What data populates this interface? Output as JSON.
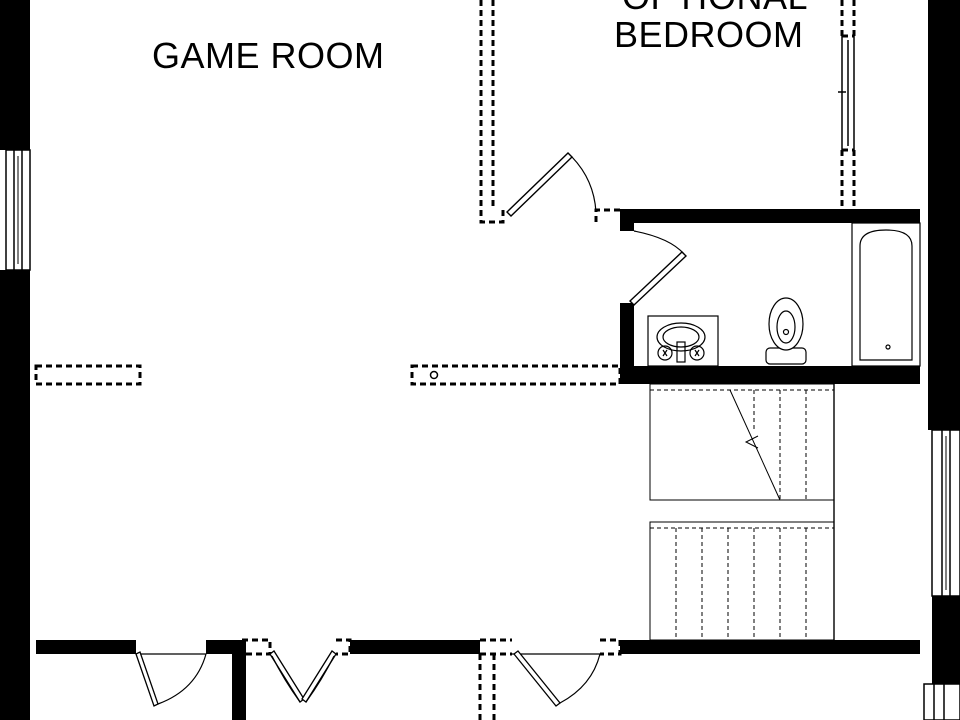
{
  "rooms": {
    "game_room": "GAME ROOM",
    "optional_bedroom_line1": "OPTIONAL",
    "optional_bedroom_line2": "BEDROOM"
  },
  "colors": {
    "wall": "#000000",
    "background": "#ffffff"
  }
}
